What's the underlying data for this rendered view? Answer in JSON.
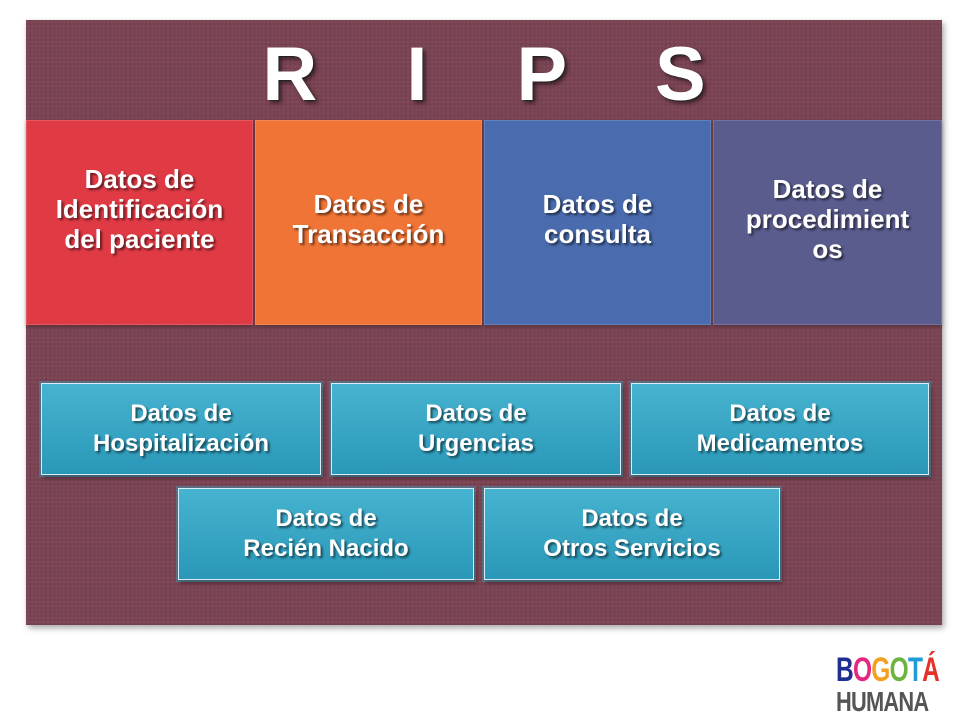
{
  "title": "R I P S",
  "top_tiles": [
    {
      "label": "Datos de\nIdentificación\ndel paciente",
      "color": "#e03a45"
    },
    {
      "label": "Datos de\nTransacción",
      "color": "#ef7436"
    },
    {
      "label": "Datos de\nconsulta",
      "color": "#4a6cae"
    },
    {
      "label": "Datos de\nprocedimient\nos",
      "color": "#5a5c8e"
    }
  ],
  "bottom_boxes": [
    {
      "label": "Datos de\nHospitalización"
    },
    {
      "label": "Datos de\nUrgencias"
    },
    {
      "label": "Datos de\nMedicamentos"
    },
    {
      "label": "Datos de\nRecién Nacido"
    },
    {
      "label": "Datos de\nOtros Servicios"
    }
  ],
  "logo": {
    "line1": "BOGOTÁ",
    "line2": "HUMANA",
    "letter_colors": [
      "#1f2f8f",
      "#e5267e",
      "#f1a11f",
      "#6cb33f",
      "#1f9bd7",
      "#e4322b"
    ]
  },
  "colors": {
    "board": "#7a4352",
    "box": "#35a5c4"
  }
}
